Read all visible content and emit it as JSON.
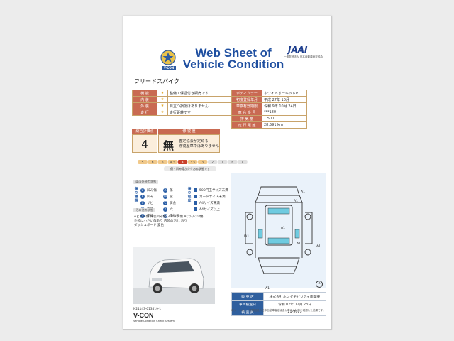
{
  "header": {
    "badge_text": "V-CON",
    "title_line1": "Web Sheet of",
    "title_line2": "Vehicle Condition",
    "org_logo": "JAAI",
    "org_name": "一般財団法人 日本自動車査定協会"
  },
  "vehicle_model": "フリードスパイク",
  "condition_rows": [
    {
      "label": "機 能",
      "mark": "★",
      "value": "整備・保証付き販売です"
    },
    {
      "label": "内 装",
      "mark": "★",
      "value": ""
    },
    {
      "label": "外 装",
      "mark": "★",
      "value": "目立つ損傷はありません"
    },
    {
      "label": "走 行",
      "mark": "★",
      "value": "走行距離です"
    }
  ],
  "vehicle_info": [
    {
      "label": "ボディカラー",
      "value": "ホワイトオーキッドP"
    },
    {
      "label": "初度登録年月",
      "value": "平成 27年 10月"
    },
    {
      "label": "車検有効期限",
      "value": "令和 9年 10月 24日"
    },
    {
      "label": "車 台 番 号",
      "value": "***180"
    },
    {
      "label": "排 気 量",
      "value": "1.50 L"
    },
    {
      "label": "走 行 距 離",
      "value": "28,591 km"
    }
  ],
  "score": {
    "label": "総合評価点",
    "value": "4",
    "repair_label": "修 復 歴",
    "repair_mark": "無",
    "repair_text_line1": "査定協会が定める",
    "repair_text_line2": "修復歴車ではありません"
  },
  "grade_scale": {
    "labels": [
      "S",
      "6",
      "5",
      "4.5",
      "4",
      "3.5",
      "3",
      "2",
      "1",
      "R",
      "X"
    ],
    "selected": "4",
    "caption": "傷・凹み等が少々ある状態です"
  },
  "exterior_section": {
    "title": "車両外装の状態",
    "group1_title": "傷の種類",
    "group1": [
      {
        "code": "U",
        "text": "凹み傷"
      },
      {
        "code": "A",
        "text": "傷"
      },
      {
        "code": "B",
        "text": "凹み"
      },
      {
        "code": "W",
        "text": "波"
      },
      {
        "code": "S",
        "text": "サビ"
      },
      {
        "code": "C",
        "text": "腐食"
      },
      {
        "code": "P",
        "text": "塗装"
      },
      {
        "code": "Y",
        "text": "穴"
      },
      {
        "code": "X",
        "text": "交換"
      },
      {
        "code": "XX",
        "text": "交換要"
      }
    ],
    "group2_title": "傷の程度",
    "group2": [
      {
        "code": "1",
        "text": "500円玉サイズ未満"
      },
      {
        "code": "2",
        "text": "カードサイズ未満"
      },
      {
        "code": "3",
        "text": "A4サイズ未満"
      },
      {
        "code": "4",
        "text": "A4サイズ以上"
      }
    ]
  },
  "other_section": {
    "title": "その他の状態",
    "lines": [
      "Aピラー傷 外装凹み傷 スリップ傷 Aﾋﾟﾗｰ/ﾄﾗﾝｸ傷",
      "外装に小さい傷あり 内装の汚れ あり",
      "ダッシュボード 変色"
    ]
  },
  "diagram": {
    "markers": [
      "A1",
      "A1",
      "A1",
      "A1",
      "UA1",
      "A1",
      "A1",
      "X"
    ]
  },
  "dealer": [
    {
      "label": "販 売 店",
      "value": "株式会社ホンダモビリティ南関東"
    },
    {
      "label": "車両検査日",
      "value": "令和 07年 12月 23日"
    },
    {
      "label": "検 査 員",
      "value": "21-9011"
    }
  ],
  "footer": {
    "sheet_id": "N21143-013519-1",
    "brand": "V-CON",
    "brand_sub": "Vehicle Condition Check System",
    "note": "本シートは、一般財団法人日本自動車査定協会が車両の状態を確認した結果です。"
  },
  "colors": {
    "accent": "#c96a52",
    "brand_blue": "#1f4fa0",
    "frame": "#c8a36a"
  }
}
